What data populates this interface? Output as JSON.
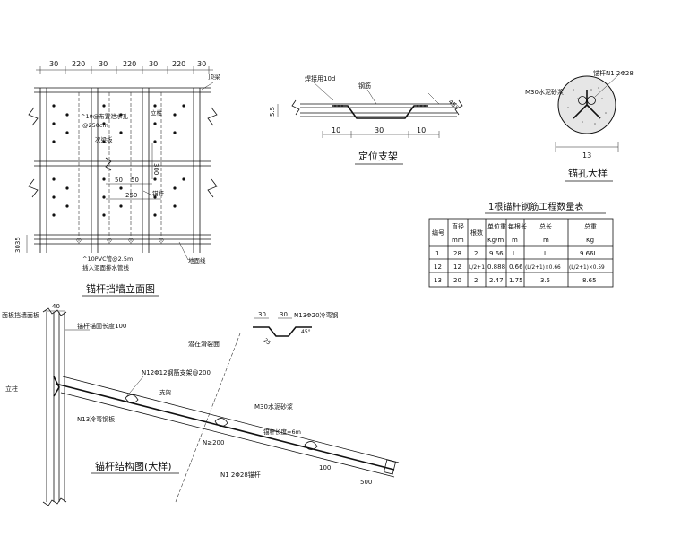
{
  "elevation": {
    "title": "锚杆挡墙立面图",
    "dims_top": [
      "30",
      "220",
      "30",
      "220",
      "30",
      "220",
      "30"
    ],
    "dim_left": "3035",
    "labels": {
      "top_right": "顶梁",
      "pipe_spacing": "^10@布置泄水孔",
      "pipe_spacing2": "@250cm",
      "column": "立柱",
      "secondary": "次梁板",
      "anchor": "锚杆",
      "pvc": "^10PVC管@2.5m",
      "pvc2": "插入泥面排水管线",
      "ground": "地面线"
    },
    "dims_inner": [
      "300",
      "50",
      "50",
      "250"
    ]
  },
  "bracket": {
    "title": "定位支架",
    "labels": {
      "weld": "焊接用10d",
      "steel": "钢筋",
      "angle": "45°"
    },
    "dims": [
      "10",
      "30",
      "10"
    ],
    "dim_left": "5.5"
  },
  "hole": {
    "title": "锚孔大样",
    "labels": {
      "grout": "M30水泥砂浆",
      "bar": "锚杆N1 2Φ28"
    },
    "dim": "13"
  },
  "table": {
    "title": "1根锚杆钢筋工程数量表",
    "headers": [
      {
        "main": "编号",
        "sub": ""
      },
      {
        "main": "直径",
        "sub": "mm"
      },
      {
        "main": "根数",
        "sub": ""
      },
      {
        "main": "单位重",
        "sub": "Kg/m"
      },
      {
        "main": "每根长",
        "sub": "m"
      },
      {
        "main": "总长",
        "sub": "m"
      },
      {
        "main": "总重",
        "sub": "Kg"
      }
    ],
    "rows": [
      [
        "1",
        "28",
        "2",
        "9.66",
        "L",
        "L",
        "9.66L"
      ],
      [
        "12",
        "12",
        "L/2+1",
        "0.888",
        "0.66",
        "(L/2+1)×0.66",
        "(L/2+1)×0.59"
      ],
      [
        "13",
        "20",
        "2",
        "2.47",
        "1.75",
        "3.5",
        "8.65"
      ]
    ]
  },
  "structure": {
    "title": "锚杆结构图(大样)",
    "labels": {
      "wall": "面板挡墙面板",
      "anchor_len": "锚杆锚固长度100",
      "n12": "N12Φ12钢筋支架@200",
      "support": "支架",
      "column": "立柱",
      "n13": "N13冷弯钢板",
      "slip": "潜在滑裂面",
      "n13b": "N13Φ20冷弯钢",
      "grout": "M30水泥砂浆",
      "len": "锚杆长度=6m",
      "n1": "N1 2Φ28锚杆",
      "n200": "N≥200"
    },
    "dims": [
      "40",
      "30",
      "30",
      "100",
      "500"
    ],
    "n13_dims": [
      "30",
      "30"
    ],
    "n13_side": "25",
    "n13_angle": "45°"
  }
}
